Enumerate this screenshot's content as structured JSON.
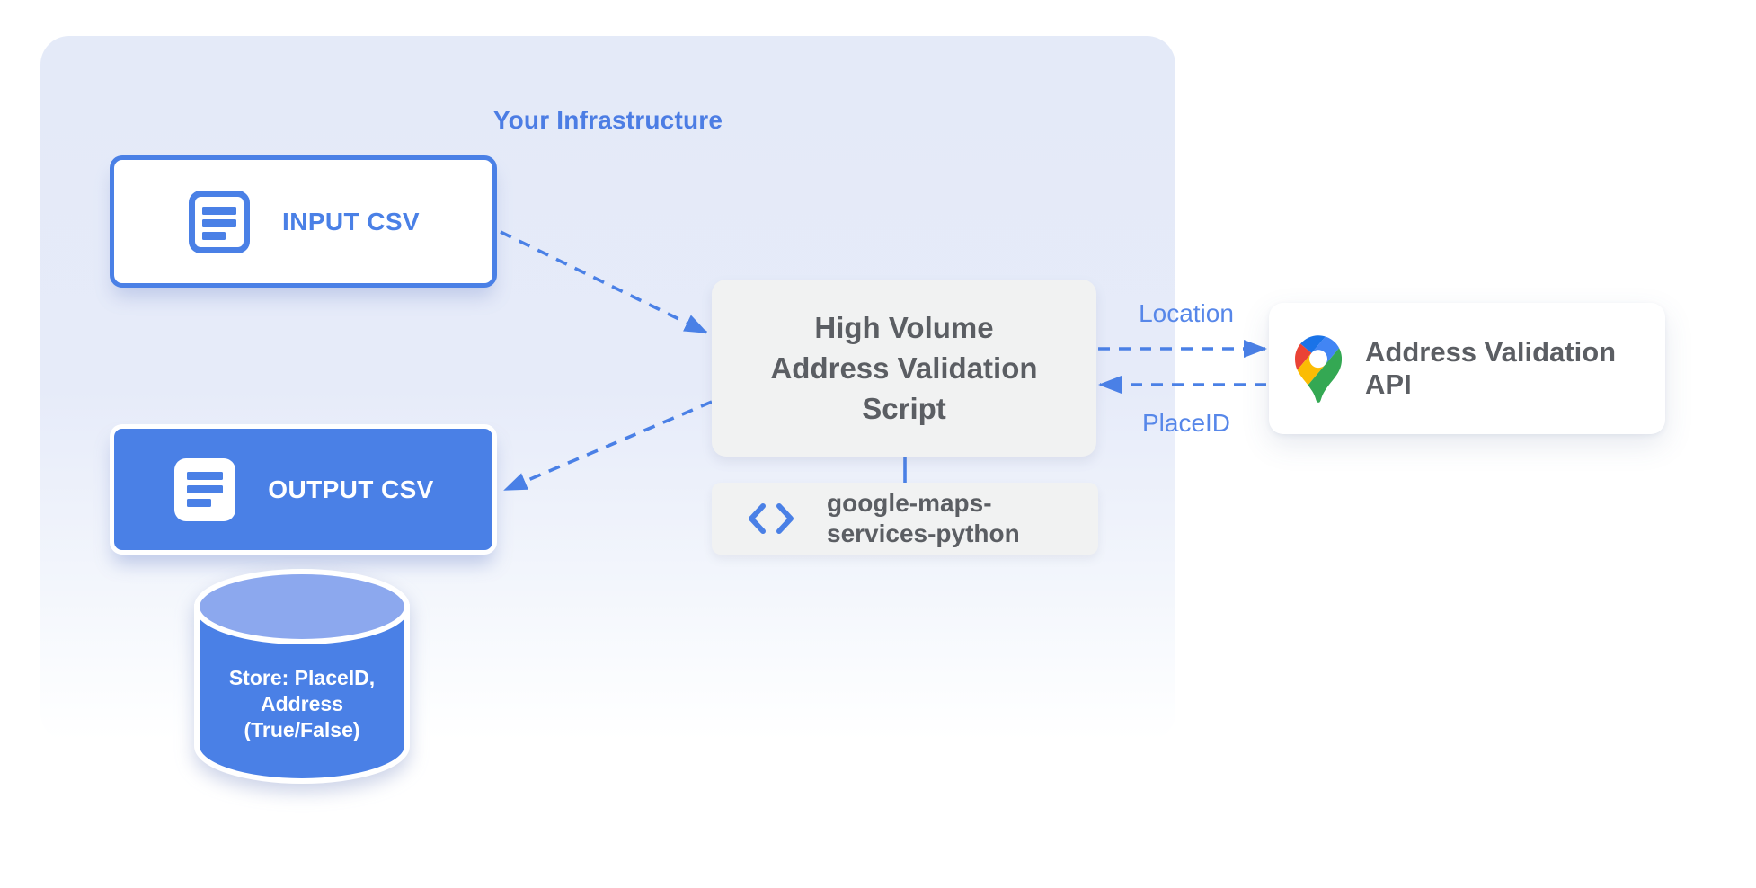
{
  "container": {
    "title": "Your Infrastructure"
  },
  "nodes": {
    "input_csv": {
      "label": "INPUT CSV",
      "icon": "document-icon"
    },
    "output_csv": {
      "label": "OUTPUT CSV",
      "icon": "document-icon"
    },
    "datastore": {
      "lines": [
        "Store: PlaceID,",
        "Address",
        "(True/False)"
      ]
    },
    "script": {
      "lines": [
        "High Volume",
        "Address Validation",
        "Script"
      ]
    },
    "library": {
      "lines": [
        "google-maps-",
        "services-python"
      ],
      "icon": "code-icon"
    },
    "api": {
      "label": "Address Validation API",
      "icon": "google-maps-pin-icon"
    }
  },
  "edges": {
    "location_label": "Location",
    "placeid_label": "PlaceID",
    "input_to_script": "dashed-arrow",
    "script_to_output": "dashed-arrow",
    "script_to_api": "dashed-arrow",
    "api_to_script": "dashed-arrow",
    "script_to_library": "solid-line"
  },
  "colors": {
    "primary_blue": "#4A80E6",
    "label_blue": "#5787E9",
    "title_blue": "#4C7DE4",
    "cylinder_top_blue": "#8CA8EE",
    "container_bg_top": "#E4EAF8",
    "box_gray": "#F1F2F2",
    "text_gray": "#5B5E63",
    "white": "#FFFFFF",
    "pin_dark_blue": "#1A73E8",
    "pin_blue": "#4285F4",
    "pin_red": "#EA4335",
    "pin_yellow": "#FBBC04",
    "pin_green": "#34A853"
  }
}
